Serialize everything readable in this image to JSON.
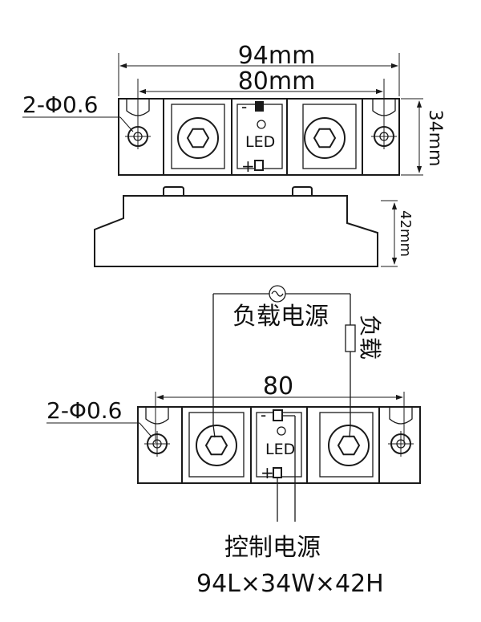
{
  "top_view": {
    "width_label": "94mm",
    "pitch_label": "80mm",
    "hole_label": "2-Φ0.6",
    "height_label": "34mm",
    "minus_sign": "-",
    "plus_sign": "+",
    "led_label": "LED"
  },
  "side_view": {
    "depth_label": "42mm"
  },
  "wiring_view": {
    "load_supply_label": "负载电源",
    "load_label": "负载",
    "pitch_label": "80",
    "hole_label": "2-Φ0.6",
    "minus_sign": "-",
    "plus_sign": "+",
    "led_label": "LED",
    "control_supply_label": "控制电源"
  },
  "footer": {
    "dimensions": "94L×34W×42H"
  }
}
